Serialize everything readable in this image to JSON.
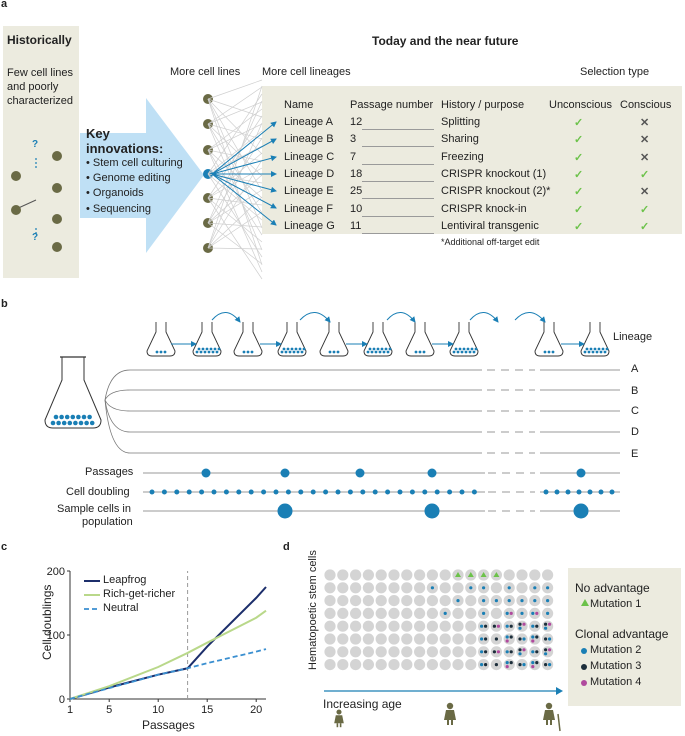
{
  "panel_a": {
    "letter": "a",
    "historically": "Historically",
    "few_lines": [
      "Few cell lines",
      "and poorly",
      "characterized"
    ],
    "qmark": "?",
    "today": "Today and the near future",
    "more_cell_lines": "More cell lines",
    "more_lineages": "More cell lineages",
    "selection_type": "Selection type",
    "innovations_title": [
      "Key",
      "innovations:"
    ],
    "innovations": [
      "• Stem cell culturing",
      "• Genome editing",
      "• Organoids",
      "• Sequencing"
    ],
    "columns": [
      "Name",
      "Passage number",
      "History / purpose",
      "Unconscious",
      "Conscious"
    ],
    "rows": [
      {
        "name": "Lineage A",
        "passage": "12",
        "history": "Splitting",
        "unconscious": "✓",
        "conscious": "✕"
      },
      {
        "name": "Lineage B",
        "passage": "3",
        "history": "Sharing",
        "unconscious": "✓",
        "conscious": "✕"
      },
      {
        "name": "Lineage C",
        "passage": "7",
        "history": "Freezing",
        "unconscious": "✓",
        "conscious": "✕"
      },
      {
        "name": "Lineage D",
        "passage": "18",
        "history": "CRISPR knockout (1)",
        "unconscious": "✓",
        "conscious": "✓"
      },
      {
        "name": "Lineage E",
        "passage": "25",
        "history": "CRISPR knockout (2)*",
        "unconscious": "✓",
        "conscious": "✕"
      },
      {
        "name": "Lineage F",
        "passage": "10",
        "history": "CRISPR knock-in",
        "unconscious": "✓",
        "conscious": "✓"
      },
      {
        "name": "Lineage G",
        "passage": "11",
        "history": "Lentiviral transgenic",
        "unconscious": "✓",
        "conscious": "✓"
      }
    ],
    "footnote": "*Additional off-target edit"
  },
  "panel_b": {
    "letter": "b",
    "lineage_label": "Lineage",
    "lineages": [
      "A",
      "B",
      "C",
      "D",
      "E"
    ],
    "track_labels": [
      "Passages",
      "Cell doubling",
      "Sample cells in",
      "population"
    ]
  },
  "panel_c": {
    "letter": "c",
    "ylabel": "Cell doublings",
    "xlabel": "Passages",
    "legend": [
      "Leapfrog",
      "Rich-get-richer",
      "Neutral"
    ]
  },
  "panel_d": {
    "letter": "d",
    "ylabel": "Hematopoetic stem cells",
    "xlabel": "Increasing age",
    "no_advantage": "No advantage",
    "mutation1": "Mutation 1",
    "clonal_advantage": "Clonal advantage",
    "mutation2": "Mutation 2",
    "mutation3": "Mutation 3",
    "mutation4": "Mutation 4"
  },
  "colors": {
    "blue": "#1a7fb5",
    "navy": "#1c2e6b",
    "green": "#6cc24a",
    "lightgreen": "#b9d88a",
    "dash": "#3a8fd0",
    "gray": "#d4d4d4",
    "olive": "#6a6a45",
    "purple": "#b04a9e",
    "arrow": "#bfe0f5",
    "beige": "#ecebdf"
  },
  "chart_data": {
    "type": "line",
    "x": [
      1,
      5,
      10,
      13,
      15,
      20,
      21
    ],
    "series": [
      {
        "name": "Leapfrog",
        "values": [
          0,
          18,
          38,
          48,
          82,
          158,
          175
        ]
      },
      {
        "name": "Rich-get-richer",
        "values": [
          0,
          20,
          50,
          72,
          88,
          127,
          138
        ]
      },
      {
        "name": "Neutral",
        "values": [
          0,
          17,
          38,
          48,
          56,
          74,
          78
        ]
      }
    ],
    "xticks": [
      1,
      5,
      10,
      15,
      20
    ],
    "yticks": [
      0,
      100,
      200
    ],
    "xlim": [
      1,
      21
    ],
    "ylim": [
      0,
      200
    ],
    "vline_x": 13,
    "xlabel": "Passages",
    "ylabel": "Cell doublings"
  }
}
